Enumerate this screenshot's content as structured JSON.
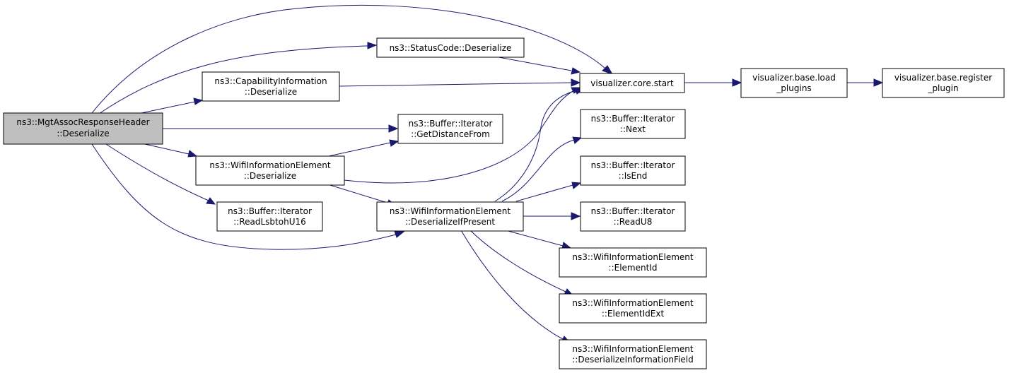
{
  "colors": {
    "edge": "#191970",
    "root_fill": "#bfbfbf",
    "node_fill": "#ffffff",
    "border": "#000000"
  },
  "nodes": {
    "mgt": {
      "line1": "ns3::MgtAssocResponseHeader",
      "line2": "::Deserialize"
    },
    "status": {
      "line1": "ns3::StatusCode::Deserialize"
    },
    "capability": {
      "line1": "ns3::CapabilityInformation",
      "line2": "::Deserialize"
    },
    "visstart": {
      "line1": "visualizer.core.start"
    },
    "loadplugins": {
      "line1": "visualizer.base.load",
      "line2": "_plugins"
    },
    "registerplugin": {
      "line1": "visualizer.base.register",
      "line2": "_plugin"
    },
    "getdistance": {
      "line1": "ns3::Buffer::Iterator",
      "line2": "::GetDistanceFrom"
    },
    "wifideser": {
      "line1": "ns3::WifiInformationElement",
      "line2": "::Deserialize"
    },
    "next": {
      "line1": "ns3::Buffer::Iterator",
      "line2": "::Next"
    },
    "isend": {
      "line1": "ns3::Buffer::Iterator",
      "line2": "::IsEnd"
    },
    "readlsb": {
      "line1": "ns3::Buffer::Iterator",
      "line2": "::ReadLsbtohU16"
    },
    "deserifpresent": {
      "line1": "ns3::WifiInformationElement",
      "line2": "::DeserializeIfPresent"
    },
    "readu8": {
      "line1": "ns3::Buffer::Iterator",
      "line2": "::ReadU8"
    },
    "elementid": {
      "line1": "ns3::WifiInformationElement",
      "line2": "::ElementId"
    },
    "elementidext": {
      "line1": "ns3::WifiInformationElement",
      "line2": "::ElementIdExt"
    },
    "deserinfofield": {
      "line1": "ns3::WifiInformationElement",
      "line2": "::DeserializeInformationField"
    }
  }
}
